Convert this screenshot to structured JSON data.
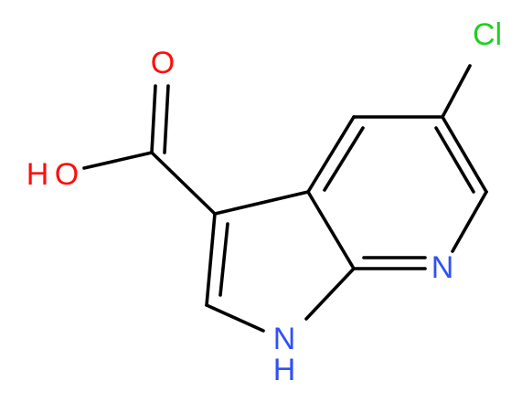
{
  "atoms": {
    "chlorine": {
      "text": "Cl",
      "color": "#1fd01f"
    },
    "pyridine_nitrogen": {
      "text": "N",
      "color": "#3050f8"
    },
    "pyrrole_nitrogen_n": {
      "text": "N",
      "color": "#3050f8"
    },
    "pyrrole_nitrogen_h": {
      "text": "H",
      "color": "#3050f8"
    },
    "carbonyl_oxygen": {
      "text": "O",
      "color": "#ff0d0d"
    },
    "hydroxyl_oxygen": {
      "text": "O",
      "color": "#ff0d0d"
    },
    "hydroxyl_hydrogen": {
      "text": "H",
      "color": "#ff0d0d"
    }
  },
  "bond_color": "#000000"
}
